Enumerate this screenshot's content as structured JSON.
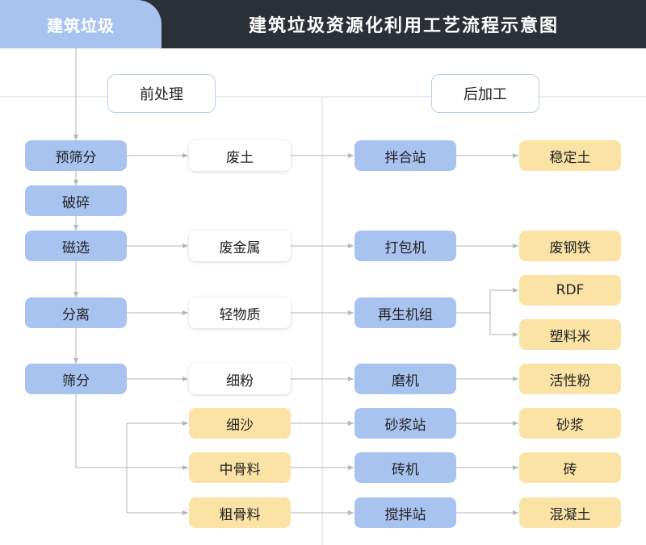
{
  "header": {
    "start_label": "建筑垃圾",
    "title": "建筑垃圾资源化利用工艺流程示意图"
  },
  "sections": {
    "pre": "前处理",
    "post": "后加工"
  },
  "pre_steps": [
    "预筛分",
    "破碎",
    "磁选",
    "分离",
    "筛分"
  ],
  "intermediates": [
    "废土",
    "废金属",
    "轻物质",
    "细粉",
    "细沙",
    "中骨料",
    "粗骨料"
  ],
  "processes": [
    "拌合站",
    "打包机",
    "再生机组",
    "磨机",
    "砂浆站",
    "砖机",
    "搅拌站"
  ],
  "products": [
    "稳定土",
    "废钢铁",
    "RDF",
    "塑料米",
    "活性粉",
    "砂浆",
    "砖",
    "混凝土"
  ],
  "colors": {
    "header_dark": "#2b2f36",
    "blue_node": "#a9c3f0",
    "yellow_node": "#fbe3a6",
    "white_node": "#ffffff",
    "connector": "#b5b5b5"
  }
}
